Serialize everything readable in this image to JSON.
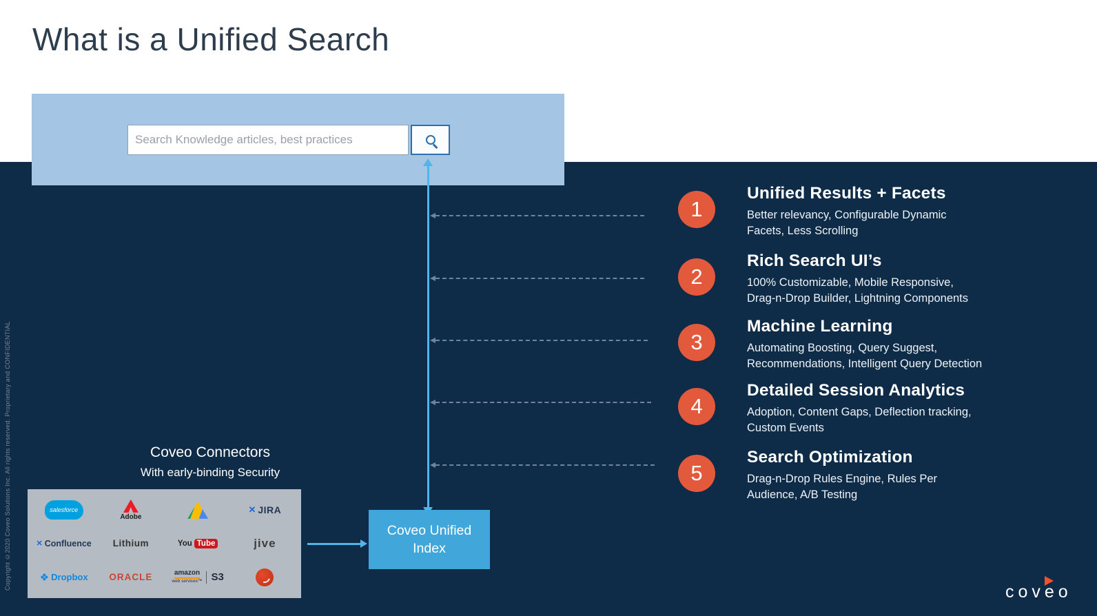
{
  "title": "What is a Unified Search",
  "copyright": "Copyright ©2020 Coveo Solutions Inc. All rights reserved. Proprietary and CONFIDENTIAL",
  "search_panel": {
    "placeholder": "Search Knowledge articles, best practices"
  },
  "flow": {
    "index_label": "Coveo Unified Index"
  },
  "connectors": {
    "heading": "Coveo Connectors",
    "subheading": "With early-binding Security",
    "logos": [
      {
        "name": "salesforce",
        "label": "salesforce"
      },
      {
        "name": "adobe",
        "label": "Adobe"
      },
      {
        "name": "google-drive",
        "label": ""
      },
      {
        "name": "jira",
        "label": "JIRA"
      },
      {
        "name": "confluence",
        "label": "Confluence"
      },
      {
        "name": "lithium",
        "label": "Lithium"
      },
      {
        "name": "youtube",
        "label_you": "You",
        "label_tube": "Tube"
      },
      {
        "name": "jive",
        "label": "jive"
      },
      {
        "name": "dropbox",
        "label": "Dropbox"
      },
      {
        "name": "oracle",
        "label": "ORACLE"
      },
      {
        "name": "aws-s3",
        "label_amazon": "amazon",
        "label_services": "web services™",
        "label_s3": "S3"
      },
      {
        "name": "sitecore",
        "label": ""
      }
    ]
  },
  "features": [
    {
      "number": "1",
      "title": "Unified Results + Facets",
      "description": "Better relevancy, Configurable Dynamic\nFacets, Less Scrolling"
    },
    {
      "number": "2",
      "title": "Rich Search UI’s",
      "description": "100% Customizable, Mobile Responsive,\nDrag-n-Drop Builder, Lightning Components"
    },
    {
      "number": "3",
      "title": "Machine Learning",
      "description": "Automating Boosting, Query Suggest,\nRecommendations, Intelligent Query Detection"
    },
    {
      "number": "4",
      "title": "Detailed Session Analytics",
      "description": "Adoption, Content Gaps, Deflection tracking,\nCustom Events"
    },
    {
      "number": "5",
      "title": "Search Optimization",
      "description": "Drag-n-Drop Rules Engine, Rules Per\nAudience, A/B Testing"
    }
  ],
  "brand": {
    "wordmark": "coveo"
  },
  "colors": {
    "background_navy": "#0e2b47",
    "panel_blue": "#a4c5e4",
    "accent_orange": "#e2593c",
    "index_blue": "#41a6da",
    "arrow_blue": "#53b4e8",
    "brand_red": "#f4502c"
  }
}
